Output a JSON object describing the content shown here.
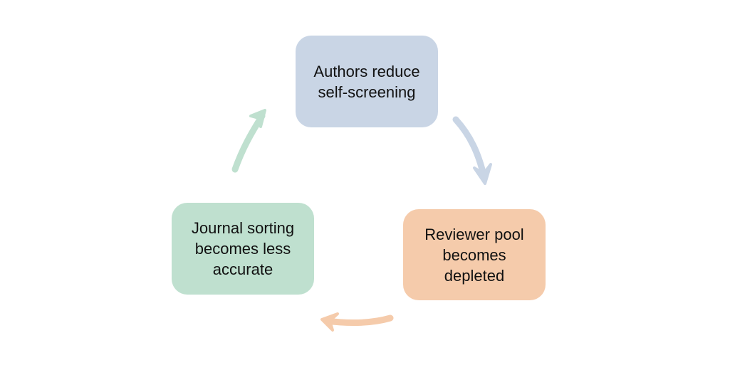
{
  "diagram": {
    "type": "cycle",
    "nodes": [
      {
        "id": "authors",
        "label": "Authors reduce\nself-screening",
        "color": "#c9d5e5"
      },
      {
        "id": "reviewers",
        "label": "Reviewer pool\nbecomes\ndepleted",
        "color": "#f5cbab"
      },
      {
        "id": "journal",
        "label": "Journal sorting\nbecomes less\naccurate",
        "color": "#bfe0cf"
      }
    ],
    "edges": [
      {
        "from": "authors",
        "to": "reviewers",
        "color": "#c9d5e5"
      },
      {
        "from": "reviewers",
        "to": "journal",
        "color": "#f5cbab"
      },
      {
        "from": "journal",
        "to": "authors",
        "color": "#bfe0cf"
      }
    ]
  }
}
